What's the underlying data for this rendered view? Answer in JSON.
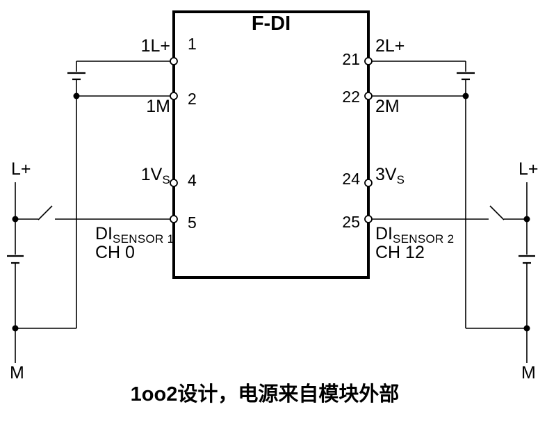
{
  "module": {
    "title": "F-DI",
    "left_pins": [
      {
        "number": "1",
        "label": "1L+"
      },
      {
        "number": "2",
        "label": "1M"
      },
      {
        "number": "4",
        "label_main": "1V",
        "label_sub": "S"
      },
      {
        "number": "5",
        "label_main": "DI",
        "label_sub": "SENSOR 1",
        "channel": "CH 0"
      }
    ],
    "right_pins": [
      {
        "number": "21",
        "label": "2L+"
      },
      {
        "number": "22",
        "label": "2M"
      },
      {
        "number": "24",
        "label_main": "3V",
        "label_sub": "S"
      },
      {
        "number": "25",
        "label_main": "DI",
        "label_sub": "SENSOR 2",
        "channel": "CH 12"
      }
    ]
  },
  "left_circuit": {
    "supply_label": "L+",
    "ground_label": "M"
  },
  "right_circuit": {
    "supply_label": "L+",
    "ground_label": "M"
  },
  "caption": {
    "text": "1oo2设计，电源来自模块外部"
  },
  "icons": {
    "battery": "battery-cell-icon",
    "switch": "normally-open-switch-icon",
    "terminal": "pin-terminal-circle",
    "junction": "junction-dot"
  },
  "colors": {
    "ink": "#000000",
    "background": "#ffffff"
  }
}
